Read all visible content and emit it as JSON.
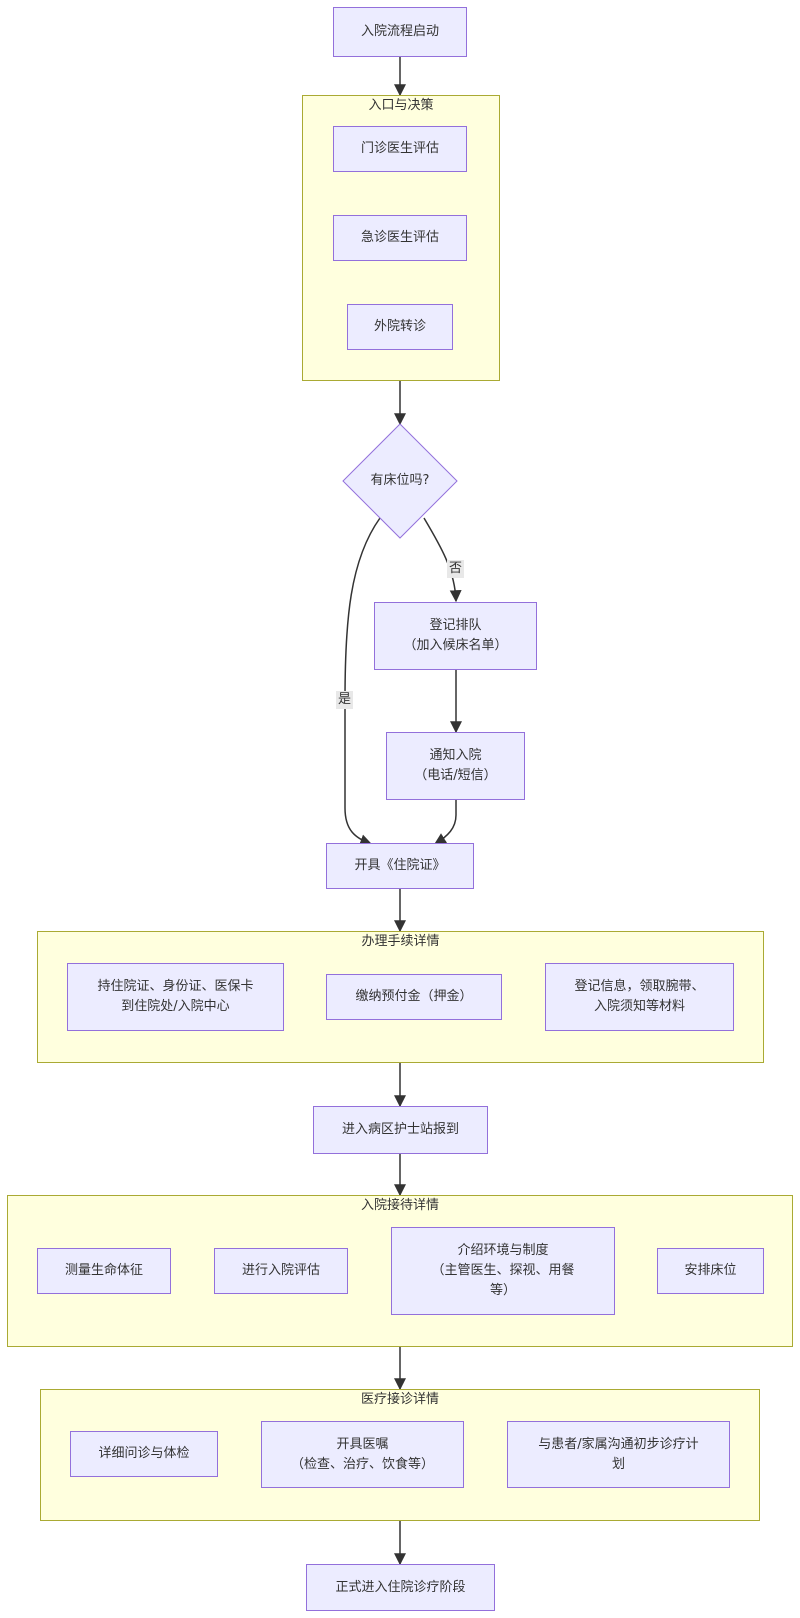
{
  "nodes": {
    "start": [
      "入院流程启动"
    ],
    "entry_outpatient": [
      "门诊医生评估"
    ],
    "entry_emergency": [
      "急诊医生评估"
    ],
    "entry_transfer": [
      "外院转诊"
    ],
    "decision_bed": "有床位吗?",
    "register_queue": [
      "登记排队",
      "（加入候床名单）"
    ],
    "notify": [
      "通知入院",
      "（电话/短信）"
    ],
    "issue_cert": [
      "开具《住院证》"
    ],
    "proc_docs": [
      "持住院证、身份证、医保卡",
      "到住院处/入院中心"
    ],
    "proc_deposit": [
      "缴纳预付金（押金）"
    ],
    "proc_register": [
      "登记信息，领取腕带、",
      "入院须知等材料"
    ],
    "ward_report": [
      "进入病区护士站报到"
    ],
    "recv_vitals": [
      "测量生命体征"
    ],
    "recv_assess": [
      "进行入院评估"
    ],
    "recv_intro": [
      "介绍环境与制度",
      "（主管医生、探视、用餐",
      "等）"
    ],
    "recv_bed": [
      "安排床位"
    ],
    "med_exam": [
      "详细问诊与体检"
    ],
    "med_orders": [
      "开具医嘱",
      "（检查、治疗、饮食等）"
    ],
    "med_plan": [
      "与患者/家属沟通初步诊疗计",
      "划"
    ],
    "final": [
      "正式进入住院诊疗阶段"
    ]
  },
  "clusters": {
    "entry": "入口与决策",
    "procedures": "办理手续详情",
    "reception": "入院接待详情",
    "medical": "医疗接诊详情"
  },
  "edge_labels": {
    "yes": "是",
    "no": "否"
  },
  "colors": {
    "node_fill": "#ECECFF",
    "node_border": "#9370DB",
    "cluster_fill": "#ffffde",
    "cluster_border": "#aaaa33",
    "edge": "#333333"
  }
}
